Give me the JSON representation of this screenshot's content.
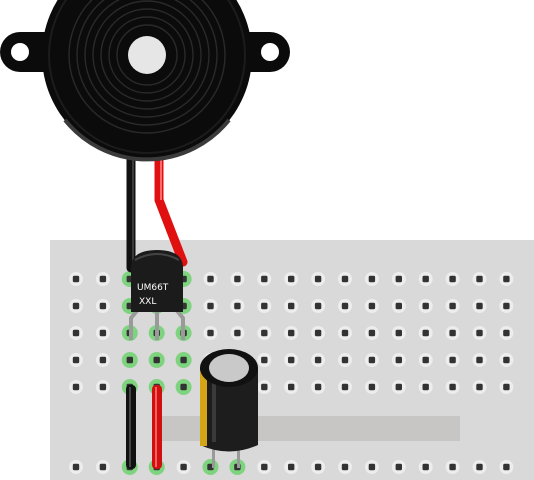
{
  "diagram": {
    "kind": "breadboard circuit",
    "components": [
      {
        "name": "piezo-buzzer",
        "leads": [
          "black",
          "red"
        ]
      },
      {
        "name": "transistor",
        "package": "TO-92",
        "marking_line1": "UM66T",
        "marking_line2": "XXL"
      },
      {
        "name": "electrolytic-capacitor"
      },
      {
        "name": "jumper-wire-black"
      },
      {
        "name": "jumper-wire-red"
      }
    ],
    "colors": {
      "board": "#d9d9d9",
      "board_channel": "#c8c6c4",
      "hole": "#333333",
      "active_hole_glow": "#7ed37e",
      "buzzer_body": "#0b0b0b",
      "wire_black": "#111111",
      "wire_red": "#e01010",
      "capacitor_body": "#1d1d1d",
      "capacitor_stripe": "#d4a616"
    }
  }
}
